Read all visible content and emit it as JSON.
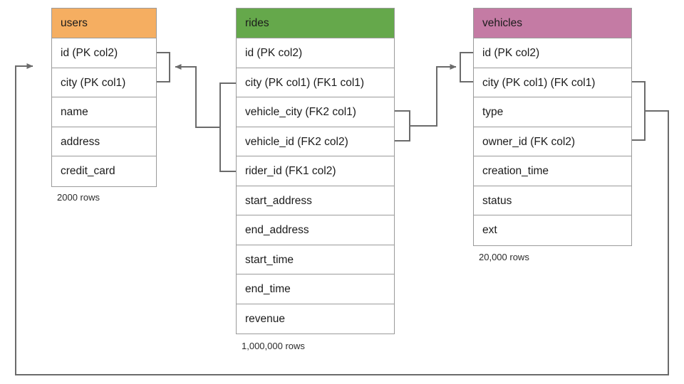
{
  "diagram": {
    "title": "ride-sharing schema er-diagram",
    "line_color": "#6b6b6b",
    "border_color": "#9a9a9a"
  },
  "tables": [
    {
      "key": "users",
      "name": "users",
      "header_color": "#f5ae61",
      "row_count_label": "2000 rows",
      "columns": [
        {
          "label": "id (PK col2)"
        },
        {
          "label": "city (PK col1)"
        },
        {
          "label": "name"
        },
        {
          "label": "address"
        },
        {
          "label": "credit_card"
        }
      ]
    },
    {
      "key": "rides",
      "name": "rides",
      "header_color": "#65a84b",
      "row_count_label": "1,000,000 rows",
      "columns": [
        {
          "label": "id (PK col2)"
        },
        {
          "label": "city (PK col1) (FK1 col1)"
        },
        {
          "label": "vehicle_city (FK2 col1)"
        },
        {
          "label": "vehicle_id (FK2 col2)"
        },
        {
          "label": "rider_id (FK1 col2)"
        },
        {
          "label": "start_address"
        },
        {
          "label": "end_address"
        },
        {
          "label": "start_time"
        },
        {
          "label": "end_time"
        },
        {
          "label": "revenue"
        }
      ]
    },
    {
      "key": "vehicles",
      "name": "vehicles",
      "header_color": "#c47ba4",
      "row_count_label": "20,000 rows",
      "columns": [
        {
          "label": "id (PK col2)"
        },
        {
          "label": "city (PK col1) (FK col1)"
        },
        {
          "label": "type"
        },
        {
          "label": "owner_id (FK col2)"
        },
        {
          "label": "creation_time"
        },
        {
          "label": "status"
        },
        {
          "label": "ext"
        }
      ]
    }
  ],
  "relationships": [
    {
      "key": "rides-fk1-users",
      "from_table": "rides",
      "from_columns": [
        "city (PK col1) (FK1 col1)",
        "rider_id (FK1 col2)"
      ],
      "to_table": "users",
      "to_columns": [
        "id (PK col2)",
        "city (PK col1)"
      ],
      "arrow_at": "users"
    },
    {
      "key": "rides-fk2-vehicles",
      "from_table": "rides",
      "from_columns": [
        "vehicle_city (FK2 col1)",
        "vehicle_id (FK2 col2)"
      ],
      "to_table": "vehicles",
      "to_columns": [
        "id (PK col2)",
        "city (PK col1) (FK col1)"
      ],
      "arrow_at": "vehicles"
    },
    {
      "key": "vehicles-fk-users",
      "from_table": "vehicles",
      "from_columns": [
        "city (PK col1) (FK col1)",
        "owner_id (FK col2)"
      ],
      "to_table": "users",
      "to_columns": [
        "id (PK col2)",
        "city (PK col1)"
      ],
      "arrow_at": "users"
    }
  ]
}
